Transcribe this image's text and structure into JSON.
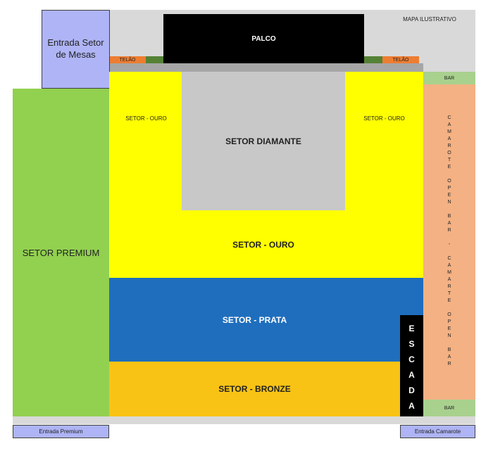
{
  "map_note": "MAPA ILUSTRATIVO",
  "stage": "PALCO",
  "screen_left": "TELÃO",
  "screen_right": "TELÃO",
  "table_entrance": "Entrada Setor de Mesas",
  "bar_top": "BAR",
  "bar_bottom": "BAR",
  "gold_left": "SETOR - OURO",
  "gold_right": "SETOR - OURO",
  "diamond": "SETOR DIAMANTE",
  "gold_main": "SETOR - OURO",
  "premium": "SETOR PREMIUM",
  "silver": "SETOR - PRATA",
  "bronze": "SETOR - BRONZE",
  "stairs": "ESCADA",
  "camarote_vertical": "CAMAROTE OPEN BAR - CAMARTE OPEN BAR",
  "entrance_premium": "Entrada Premium",
  "entrance_camarote": "Entrada Camarote",
  "colors": {
    "premium": "#92d050",
    "gold": "#ffff00",
    "diamond": "#c8c8c8",
    "silver": "#1f6ebe",
    "bronze": "#f9c315",
    "camarote": "#f4b183",
    "bar": "#a9d18e",
    "entrance": "#aeb4f5",
    "stage": "#000000",
    "screen": "#ed7d31",
    "screen_green": "#548235",
    "back_area": "#d9d9d9"
  }
}
